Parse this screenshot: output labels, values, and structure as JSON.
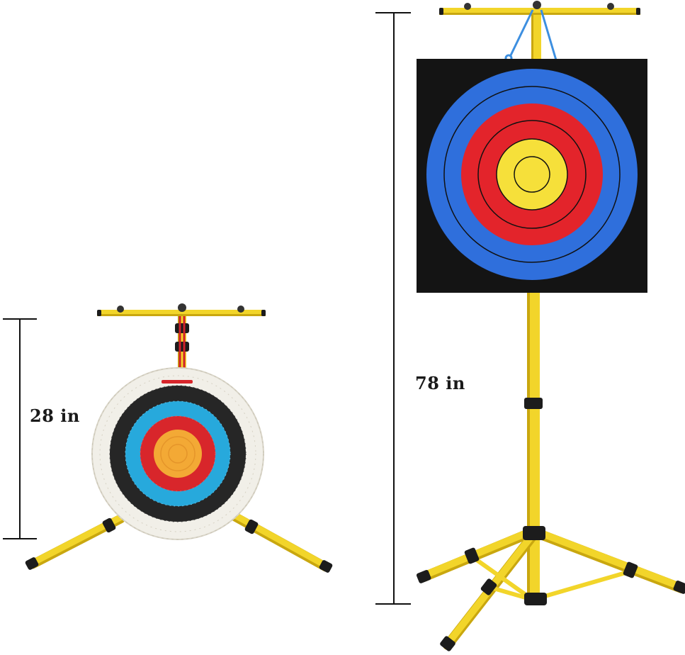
{
  "dimensions": {
    "small_target_height": "28 in",
    "large_target_height": "78 in"
  },
  "colors": {
    "stand_yellow": "#f2d52a",
    "stand_shadow": "#c9a70f",
    "foot_black": "#1c1c1c",
    "board_black": "#141414",
    "ring_blue": "#2f6fdc",
    "ring_red": "#e3242b",
    "ring_yellow": "#f6e03a",
    "straw_white": "#f1efe8",
    "straw_black": "#262626",
    "straw_cyan": "#27a9dc",
    "straw_red": "#d8262b",
    "straw_orange": "#f3a935",
    "hanging_cord_blue": "#3d8fe0",
    "hanging_cord_red": "#d1202a",
    "dimension_line": "#111111"
  },
  "objects": [
    {
      "name": "straw-archery-target",
      "icon": "round-straw-target"
    },
    {
      "name": "foam-square-archery-target",
      "icon": "square-foam-target"
    },
    {
      "name": "tripod-target-stand",
      "icon": "tripod-stand"
    }
  ]
}
